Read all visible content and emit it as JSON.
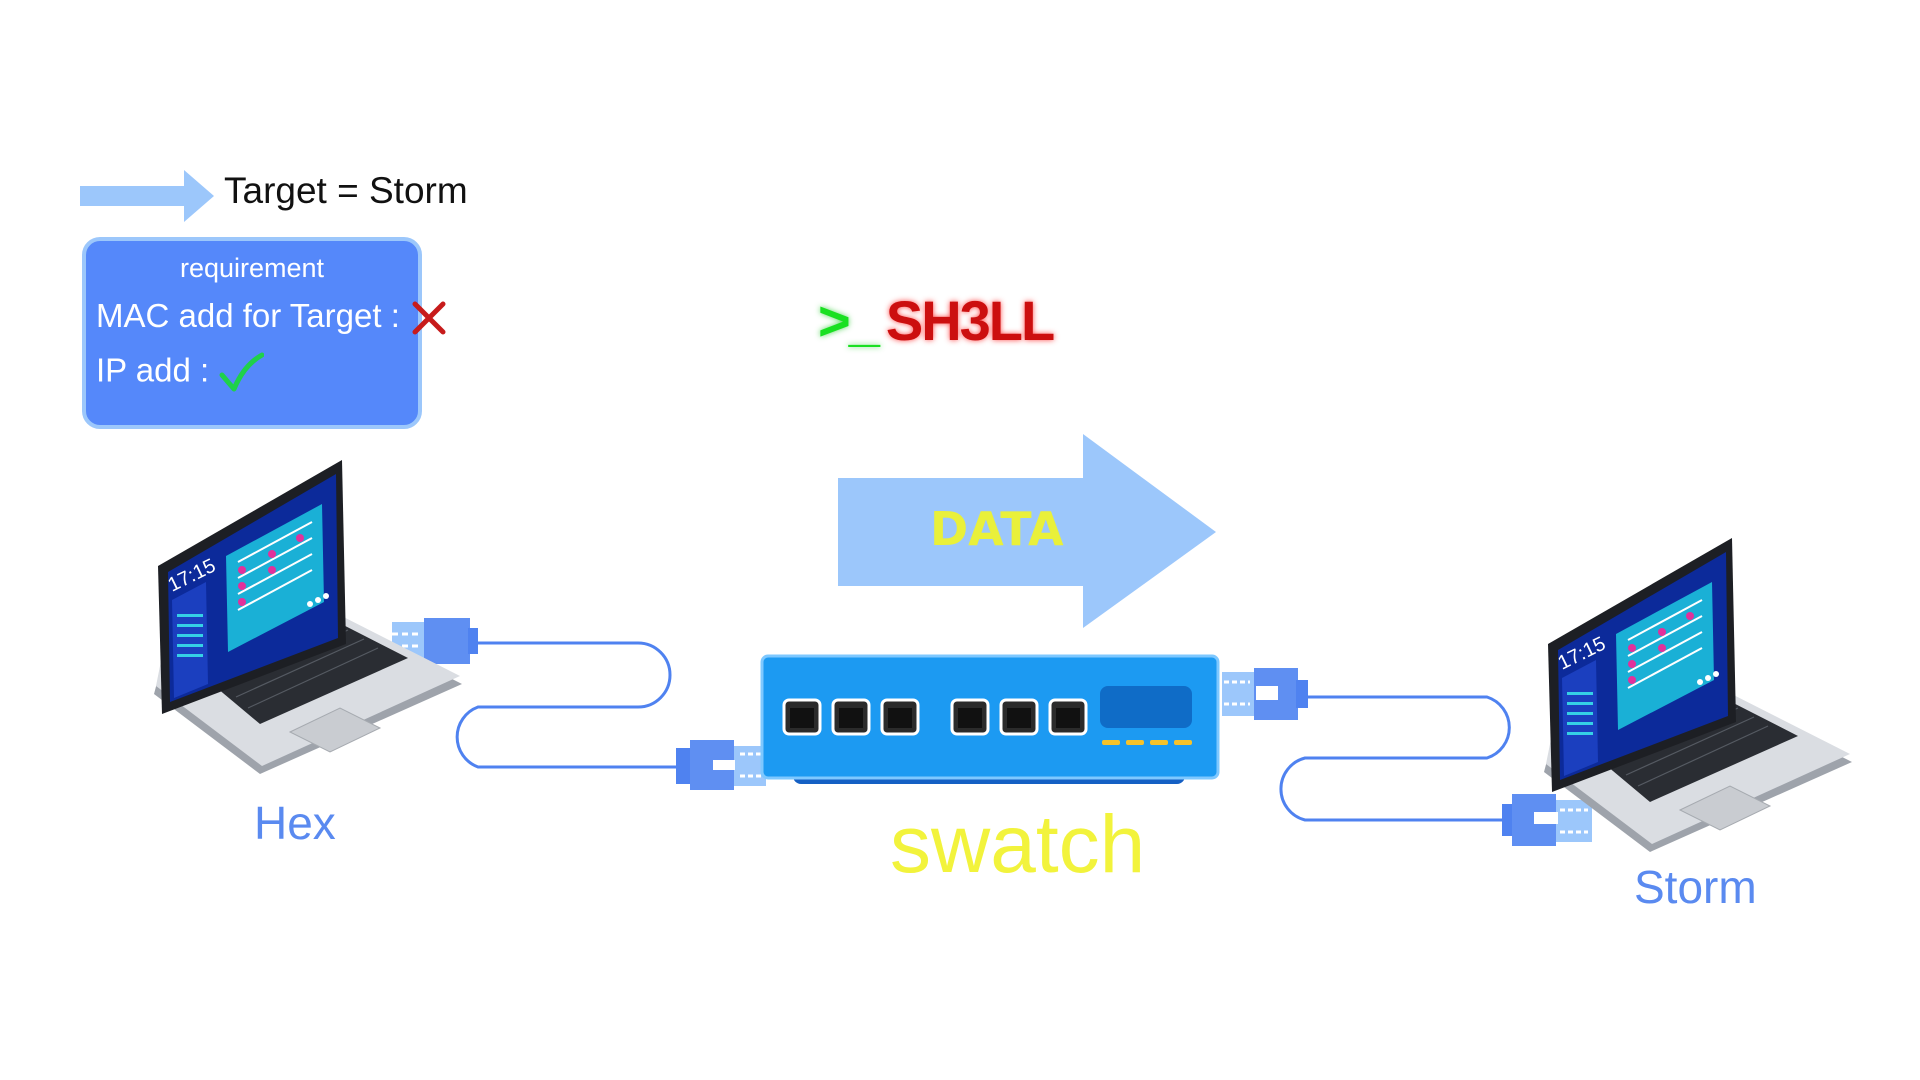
{
  "target": {
    "label": "Target = Storm"
  },
  "requirement": {
    "title": "requirement",
    "mac_line": "MAC add for Target :",
    "mac_status": "cross-icon",
    "ip_line": "IP add :",
    "ip_status": "check-icon"
  },
  "shell": {
    "prompt": ">_",
    "word": "SH3LL"
  },
  "data_arrow": {
    "label": "DATA"
  },
  "devices": {
    "left_laptop": {
      "name": "Hex",
      "clock": "17:15"
    },
    "right_laptop": {
      "name": "Storm",
      "clock": "17:15"
    }
  },
  "switch": {
    "label": "swatch"
  },
  "colors": {
    "arrow": "#9cc7fb",
    "box": "#5588fa",
    "cable": "#4f82f0",
    "switch_body": "#1c9af2",
    "label_blue": "#5a8af0",
    "label_yellow": "#f2f33c",
    "shell_green": "#19e021",
    "shell_red": "#cc0f0f"
  }
}
